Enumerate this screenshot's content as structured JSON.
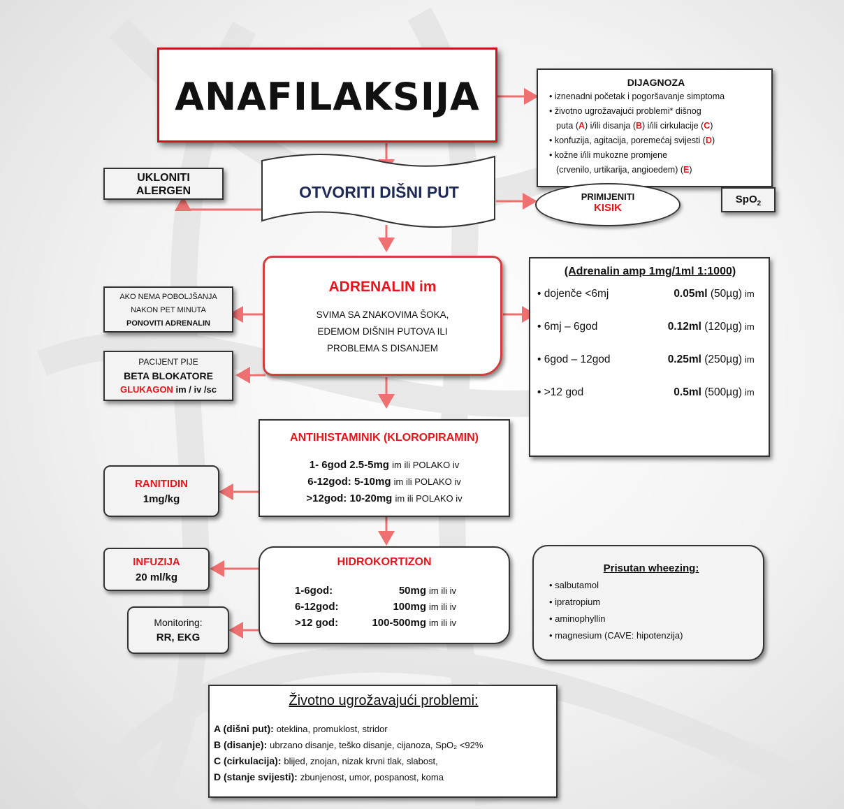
{
  "title": "ANAFILAKSIJA",
  "diagnosis": {
    "heading": "DIJAGNOZA",
    "items": [
      "iznenadni početak i pogoršavanje simptoma",
      "životno ugrožavajući problemi* dišnog",
      "puta (A) i/ili disanja (B) i/ili cirkulacije (C)",
      "konfuzija, agitacija, poremećaj svijesti (D)",
      "kožne i/ili mukozne promjene",
      "(crvenilo, urtikarija, angioedem) (E)"
    ]
  },
  "remove_allergen": [
    "UKLONITI",
    "ALERGEN"
  ],
  "airway": "OTVORITI DIŠNI PUT",
  "oxygen": {
    "line1": "PRIMIJENITI",
    "line2": "KISIK"
  },
  "spo2": {
    "text": "SpO",
    "sub": "2"
  },
  "adrenaline": {
    "heading": "ADRENALIN im",
    "lines": [
      "SVIMA SA ZNAKOVIMA ŠOKA,",
      "EDEMOM DIŠNIH PUTOVA ILI",
      "PROBLEMA S DISANJEM"
    ]
  },
  "repeat_adrenaline": [
    "AKO NEMA POBOLJŠANJA",
    "NAKON PET MINUTA",
    "PONOVITI ADRENALIN"
  ],
  "beta_blockers": {
    "line1": "PACIJENT PIJE",
    "line2": "BETA BLOKATORE",
    "glukagon": "GLUKAGON",
    "route": "im / iv /sc"
  },
  "dose_table": {
    "heading": "(Adrenalin amp 1mg/1ml 1:1000)",
    "rows": [
      {
        "age": "dojenče <6mj",
        "dose": "0.05ml",
        "mcg": "(50µg)",
        "route": "im"
      },
      {
        "age": "6mj – 6god",
        "dose": "0.12ml",
        "mcg": "(120µg)",
        "route": "im"
      },
      {
        "age": "6god – 12god",
        "dose": "0.25ml",
        "mcg": "(250µg)",
        "route": "im"
      },
      {
        "age": ">12 god",
        "dose": "0.5ml",
        "mcg": "(500µg)",
        "route": "im"
      }
    ]
  },
  "antihistamine": {
    "heading": "ANTIHISTAMINIK (KLOROPIRAMIN)",
    "rows": [
      {
        "age": "1- 6god",
        "dose": "2.5-5mg",
        "route": "im ili POLAKO iv"
      },
      {
        "age": "6-12god:",
        "dose": "5-10mg",
        "route": "im ili POLAKO iv"
      },
      {
        "age": ">12god:",
        "dose": "10-20mg",
        "route": "im ili POLAKO iv"
      }
    ]
  },
  "ranitidin": {
    "name": "RANITIDIN",
    "dose": "1mg/kg"
  },
  "infuzija": {
    "name": "INFUZIJA",
    "dose": "20 ml/kg"
  },
  "monitoring": {
    "label": "Monitoring:",
    "value": "RR, EKG"
  },
  "hydrocortisone": {
    "heading": "HIDROKORTIZON",
    "rows": [
      {
        "age": "1-6god:",
        "dose": "50mg",
        "route": "im ili iv"
      },
      {
        "age": "6-12god:",
        "dose": "100mg",
        "route": "im ili iv"
      },
      {
        "age": ">12 god:",
        "dose": "100-500mg",
        "route": "im ili iv"
      }
    ]
  },
  "wheezing": {
    "heading": "Prisutan wheezing:",
    "items": [
      "salbutamol",
      "ipratropium",
      "aminophyllin",
      "magnesium (CAVE: hipotenzija)"
    ]
  },
  "problems": {
    "heading": "Životno ugrožavajući problemi:",
    "rows": [
      {
        "key": "A (dišni put):",
        "text": "oteklina, promuklost, stridor"
      },
      {
        "key": "B (disanje):",
        "text": "ubrzano disanje, teško disanje, cijanoza, SpO₂ <92%"
      },
      {
        "key": "C (cirkulacija):",
        "text": "blijed, znojan, nizak krvni tlak, slabost,"
      },
      {
        "key": "D (stanje svijesti):",
        "text": "zbunjenost, umor, pospanost, koma"
      }
    ]
  },
  "colors": {
    "accent": "#e8141b",
    "arrow": "#ee7070",
    "border": "#333333"
  }
}
